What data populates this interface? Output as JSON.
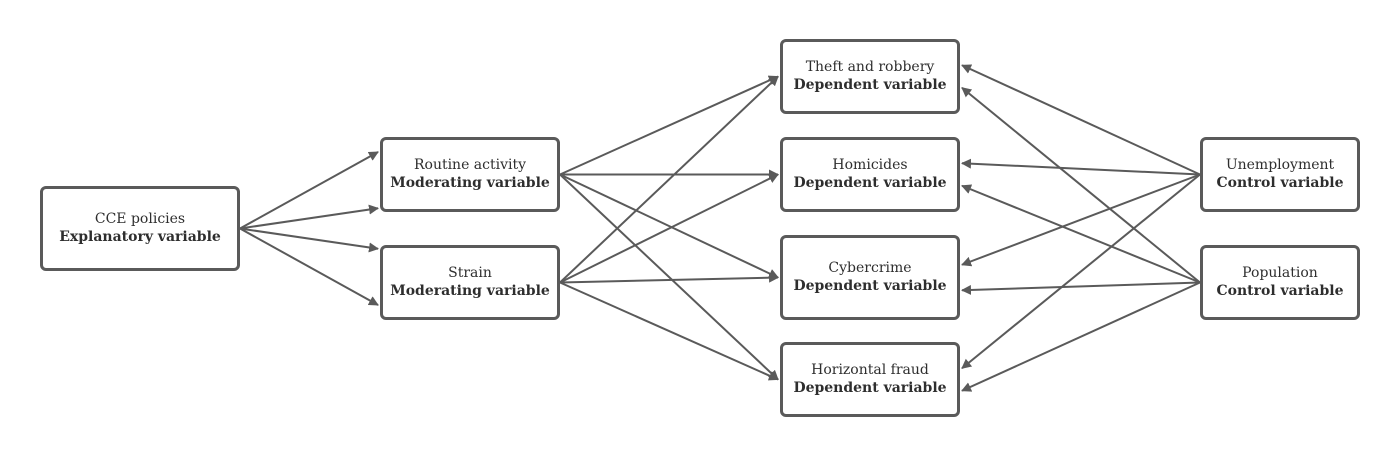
{
  "nodes": {
    "cce": {
      "name": "CCE policies",
      "role": "Explanatory variable"
    },
    "routine": {
      "name": "Routine activity",
      "role": "Moderating variable"
    },
    "strain": {
      "name": "Strain",
      "role": "Moderating variable"
    },
    "theft": {
      "name": "Theft and robbery",
      "role": "Dependent variable"
    },
    "homicides": {
      "name": "Homicides",
      "role": "Dependent variable"
    },
    "cybercrime": {
      "name": "Cybercrime",
      "role": "Dependent variable"
    },
    "fraud": {
      "name": "Horizontal fraud",
      "role": "Dependent variable"
    },
    "unemployment": {
      "name": "Unemployment",
      "role": "Control variable"
    },
    "population": {
      "name": "Population",
      "role": "Control variable"
    }
  },
  "edges": [
    [
      "cce",
      "routine"
    ],
    [
      "cce",
      "routine"
    ],
    [
      "cce",
      "strain"
    ],
    [
      "cce",
      "strain"
    ],
    [
      "routine",
      "theft"
    ],
    [
      "routine",
      "homicides"
    ],
    [
      "routine",
      "cybercrime"
    ],
    [
      "routine",
      "fraud"
    ],
    [
      "strain",
      "theft"
    ],
    [
      "strain",
      "homicides"
    ],
    [
      "strain",
      "cybercrime"
    ],
    [
      "strain",
      "fraud"
    ],
    [
      "unemployment",
      "theft"
    ],
    [
      "unemployment",
      "homicides"
    ],
    [
      "unemployment",
      "cybercrime"
    ],
    [
      "unemployment",
      "fraud"
    ],
    [
      "population",
      "theft"
    ],
    [
      "population",
      "homicides"
    ],
    [
      "population",
      "cybercrime"
    ],
    [
      "population",
      "fraud"
    ]
  ],
  "colors": {
    "stroke": "#5a5a5a",
    "text": "#2e2e2e"
  }
}
